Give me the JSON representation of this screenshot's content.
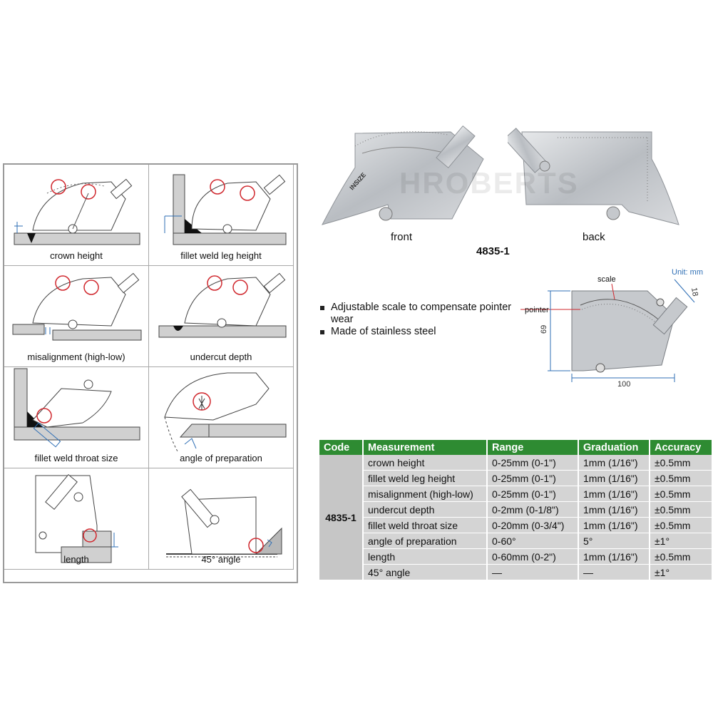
{
  "usage": [
    {
      "caption": "crown height"
    },
    {
      "caption": "fillet weld leg height"
    },
    {
      "caption": "misalignment (high-low)"
    },
    {
      "caption": "undercut depth"
    },
    {
      "caption": "fillet weld throat size"
    },
    {
      "caption": "angle of preparation"
    },
    {
      "caption": "length"
    },
    {
      "caption": "45° angle"
    }
  ],
  "photos": {
    "front_label": "front",
    "back_label": "back",
    "model": "4835-1",
    "watermark": "HROBERTS",
    "brand": "INSIZE"
  },
  "features": [
    "Adjustable scale to compensate pointer wear",
    "Made of stainless steel"
  ],
  "drawing": {
    "unit": "Unit: mm",
    "scale_label": "scale",
    "pointer_label": "pointer",
    "width": "100",
    "height": "69",
    "thickness": "18"
  },
  "table": {
    "headers": [
      "Code",
      "Measurement",
      "Range",
      "Graduation",
      "Accuracy"
    ],
    "code": "4835-1",
    "rows": [
      [
        "crown height",
        "0-25mm (0-1\")",
        "1mm (1/16\")",
        "±0.5mm"
      ],
      [
        "fillet weld leg height",
        "0-25mm (0-1\")",
        "1mm (1/16\")",
        "±0.5mm"
      ],
      [
        "misalignment (high-low)",
        "0-25mm (0-1\")",
        "1mm (1/16\")",
        "±0.5mm"
      ],
      [
        "undercut depth",
        "0-2mm (0-1/8\")",
        "1mm (1/16\")",
        "±0.5mm"
      ],
      [
        "fillet weld throat size",
        "0-20mm (0-3/4\")",
        "1mm (1/16\")",
        "±0.5mm"
      ],
      [
        "angle of preparation",
        "0-60°",
        "5°",
        "±1°"
      ],
      [
        "length",
        "0-60mm (0-2\")",
        "1mm (1/16\")",
        "±0.5mm"
      ],
      [
        "45° angle",
        "—",
        "—",
        "±1°"
      ]
    ]
  },
  "colors": {
    "header_green": "#2e8b32",
    "unit_blue": "#2f6fb5",
    "mark_red": "#d0282e"
  }
}
